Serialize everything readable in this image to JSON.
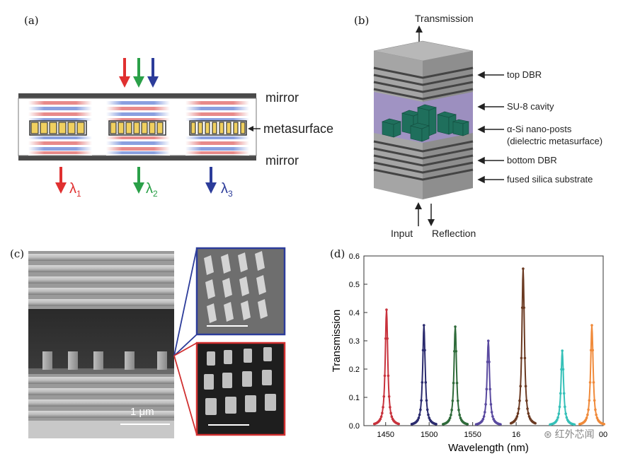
{
  "panels": {
    "a": {
      "label": "(a)",
      "labels": {
        "mirror_top": "mirror",
        "metasurface": "metasurface",
        "mirror_bottom": "mirror"
      },
      "outputs": [
        {
          "base": "λ",
          "sub": "1",
          "color": "#e03030"
        },
        {
          "base": "λ",
          "sub": "2",
          "color": "#2aa048"
        },
        {
          "base": "λ",
          "sub": "3",
          "color": "#2c3c9a"
        }
      ],
      "input_colors": [
        "#e03030",
        "#2aa048",
        "#2c3c9a"
      ]
    },
    "b": {
      "label": "(b)",
      "top_label": "Transmission",
      "layers": [
        "top DBR",
        "SU-8 cavity",
        "α-Si nano-posts",
        "(dielectric metasurface)",
        "bottom DBR",
        "fused silica substrate"
      ],
      "input_label": "Input",
      "reflection_label": "Reflection"
    },
    "c": {
      "label": "(c)",
      "scale_label": "1 μm",
      "inset_colors": [
        "#2c3c9a",
        "#d03030"
      ]
    },
    "d": {
      "label": "(d)",
      "watermark": "红外芯闻"
    }
  },
  "chart_data": {
    "type": "line",
    "title": "",
    "xlabel": "Wavelength (nm)",
    "ylabel": "Transmission",
    "xlim": [
      1425,
      1700
    ],
    "ylim": [
      0,
      0.6
    ],
    "xticks": [
      "1450",
      "1500",
      "1550",
      "16",
      "00"
    ],
    "yticks": [
      "0.0",
      "0.1",
      "0.2",
      "0.3",
      "0.4",
      "0.5",
      "0.6"
    ],
    "grid": false,
    "legend": "none",
    "series": [
      {
        "color": "#c8323c",
        "peak_x": 1451,
        "peak_y": 0.41
      },
      {
        "color": "#2b2b6e",
        "peak_x": 1494,
        "peak_y": 0.355
      },
      {
        "color": "#2f6b3a",
        "peak_x": 1530,
        "peak_y": 0.35
      },
      {
        "color": "#5a4aa0",
        "peak_x": 1568,
        "peak_y": 0.3
      },
      {
        "color": "#6b3a22",
        "peak_x": 1608,
        "peak_y": 0.555
      },
      {
        "color": "#35c0b8",
        "peak_x": 1653,
        "peak_y": 0.265
      },
      {
        "color": "#f08a3a",
        "peak_x": 1687,
        "peak_y": 0.355
      }
    ]
  }
}
